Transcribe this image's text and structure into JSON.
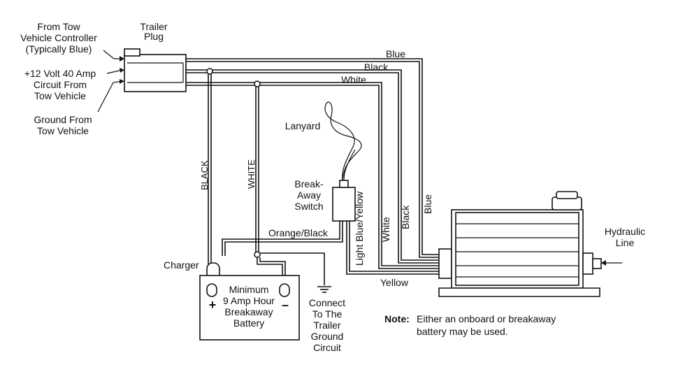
{
  "labels": {
    "from_tow_line1": "From Tow",
    "from_tow_line2": "Vehicle Controller",
    "from_tow_line3": "(Typically Blue)",
    "plug_line1": "Trailer",
    "plug_line2": "Plug",
    "volt_line1": "+12 Volt 40 Amp",
    "volt_line2": "Circuit From",
    "volt_line3": "Tow Vehicle",
    "ground_line1": "Ground From",
    "ground_line2": "Tow Vehicle",
    "wire_blue_top": "Blue",
    "wire_black_top": "Black",
    "wire_white_top": "White",
    "lanyard": "Lanyard",
    "switch_line1": "Break-",
    "switch_line2": "Away",
    "switch_line3": "Switch",
    "light_blue_yellow": "Light Blue/Yellow",
    "vert_white": "White",
    "vert_black": "Black",
    "vert_blue": "Blue",
    "black_caps": "BLACK",
    "white_caps": "WHITE",
    "orange_black": "Orange/Black",
    "charger": "Charger",
    "yellow": "Yellow",
    "hydraulic_line1": "Hydraulic",
    "hydraulic_line2": "Line",
    "battery_line1": "Minimum",
    "battery_line2": "9 Amp Hour",
    "battery_line3": "Breakaway",
    "battery_line4": "Battery",
    "plus": "+",
    "minus": "–",
    "connect_line1": "Connect",
    "connect_line2": "To The",
    "connect_line3": "Trailer",
    "connect_line4": "Ground",
    "connect_line5": "Circuit",
    "note_label": "Note:",
    "note_line1": "Either an onboard or breakaway",
    "note_line2": "battery may be used."
  }
}
